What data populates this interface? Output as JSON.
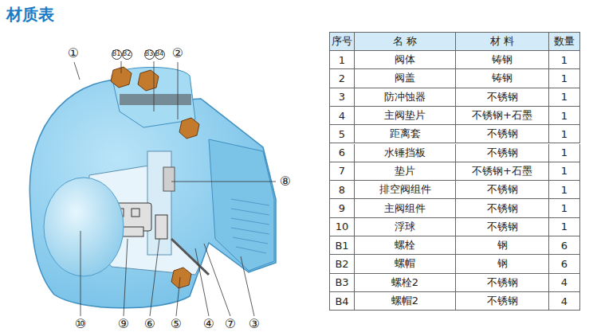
{
  "diagram": {
    "title": "材质表",
    "labels": [
      "①",
      "B1",
      "B2",
      "B3",
      "B4",
      "②",
      "⑧",
      "⑩",
      "⑨",
      "⑥",
      "⑤",
      "④",
      "⑦",
      "③",
      "序号",
      "名 称",
      "材 料",
      "数量",
      "1",
      "阀体",
      "铸钢",
      "1",
      "2",
      "阀盖",
      "铸钢",
      "1",
      "3",
      "防冲蚀器",
      "不锈钢",
      "1",
      "4",
      "主阀垫片",
      "不锈钢+石墨",
      "1",
      "5",
      "距离套",
      "不锈钢",
      "1",
      "6",
      "水锤挡板",
      "不锈钢",
      "1",
      "7",
      "垫片",
      "不锈钢+石墨",
      "1",
      "8",
      "排空阀组件",
      "不锈钢",
      "1",
      "9",
      "主阀组件",
      "不锈钢",
      "1",
      "10",
      "浮球",
      "不锈钢",
      "1",
      "B1",
      "螺栓",
      "钢",
      "6",
      "B2",
      "螺帽",
      "钢",
      "6",
      "B3",
      "螺栓2",
      "不锈钢",
      "4",
      "B4",
      "螺帽2",
      "不锈钢",
      "4"
    ]
  }
}
